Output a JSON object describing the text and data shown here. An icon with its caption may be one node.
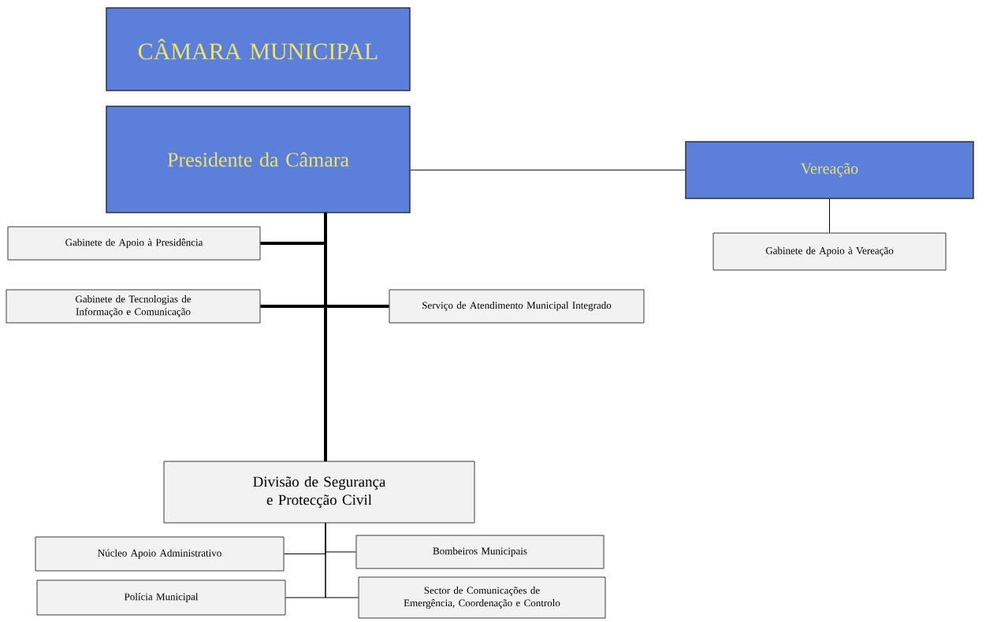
{
  "diagram": {
    "nodes": [
      {
        "text": [
          "CÂMARA MUNICIPAL"
        ]
      },
      {
        "text": [
          "Presidente da Câmara"
        ]
      },
      {
        "text": [
          "Vereação"
        ]
      },
      {
        "text": [
          "Gabinete de Apoio à Vereação"
        ]
      },
      {
        "text": [
          "Gabinete de Apoio à Presidência"
        ]
      },
      {
        "text": [
          "Gabinete de Tecnologias de Informação e Comunicação"
        ]
      },
      {
        "text": [
          "Serviço de Atendimento Municipal Integrado"
        ]
      },
      {
        "text": [
          "Divisão de Segurança e Protecção Civil"
        ]
      },
      {
        "text": [
          "Núcleo Apoio Administrativo"
        ]
      },
      {
        "text": [
          "Bombeiros Municipais"
        ]
      },
      {
        "text": [
          "Polícia Municipal"
        ]
      },
      {
        "text": [
          "Sector de Comunicações de Emergência, Coordenação e Controlo"
        ]
      }
    ],
    "edges": [
      {
        "from": 1,
        "to": 2,
        "arrow": "none"
      },
      {
        "from": 2,
        "to": 3,
        "arrow": "none"
      },
      {
        "from": 1,
        "to": 4,
        "arrow": "none",
        "style": "thick"
      },
      {
        "from": 1,
        "to": 5,
        "arrow": "none",
        "style": "thick"
      },
      {
        "from": 1,
        "to": 6,
        "arrow": "none",
        "style": "thick"
      },
      {
        "from": 1,
        "to": 7,
        "arrow": "none",
        "style": "thick"
      },
      {
        "from": 7,
        "to": 8,
        "arrow": "none"
      },
      {
        "from": 7,
        "to": 9,
        "arrow": "none"
      },
      {
        "from": 7,
        "to": 10,
        "arrow": "none"
      },
      {
        "from": 7,
        "to": 11,
        "arrow": "none"
      }
    ]
  }
}
